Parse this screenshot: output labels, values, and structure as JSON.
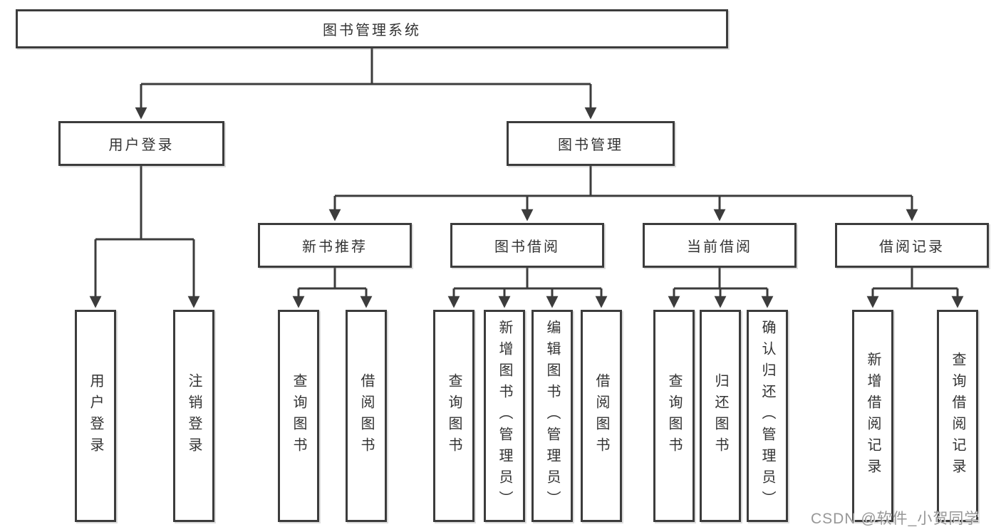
{
  "colors": {
    "line": "#3c3c3c",
    "box_border": "#3c3c3c",
    "text": "#333333",
    "watermark": "#919191",
    "background": "#ffffff"
  },
  "root": {
    "label": "图书管理系统"
  },
  "login": {
    "label": "用户登录",
    "children": [
      {
        "label": "用户登录"
      },
      {
        "label": "注销登录"
      }
    ]
  },
  "management": {
    "label": "图书管理",
    "sections": [
      {
        "label": "新书推荐",
        "children": [
          {
            "label": "查询图书"
          },
          {
            "label": "借阅图书"
          }
        ]
      },
      {
        "label": "图书借阅",
        "children": [
          {
            "label": "查询图书"
          },
          {
            "label": "新增图书（管理员）"
          },
          {
            "label": "编辑图书（管理员）"
          },
          {
            "label": "借阅图书"
          }
        ]
      },
      {
        "label": "当前借阅",
        "children": [
          {
            "label": "查询图书"
          },
          {
            "label": "归还图书"
          },
          {
            "label": "确认归还（管理员）"
          }
        ]
      },
      {
        "label": "借阅记录",
        "children": [
          {
            "label": "新增借阅记录"
          },
          {
            "label": "查询借阅记录"
          }
        ]
      }
    ]
  },
  "watermark": {
    "text": "CSDN @软件_小贺同学"
  }
}
